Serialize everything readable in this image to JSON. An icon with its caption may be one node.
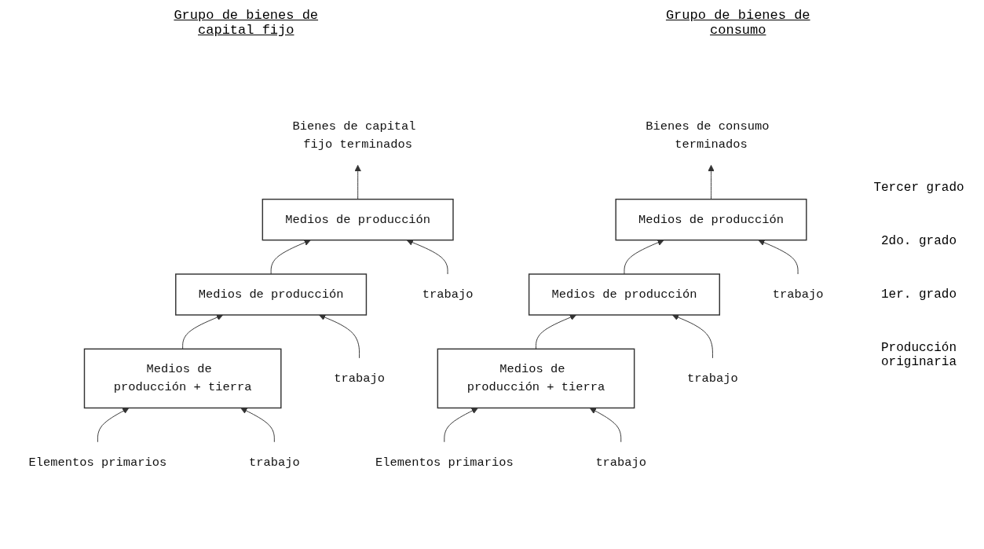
{
  "diagram": {
    "nodes": [
      {
        "text": [
          "Bienes de capital fijo terminados"
        ]
      },
      {
        "text": [
          "Medios de producción"
        ]
      },
      {
        "text": [
          "Medios de producción"
        ]
      },
      {
        "text": [
          "Medios de producción + tierra"
        ]
      },
      {
        "text": [
          "Elementos primarios"
        ]
      },
      {
        "text": [
          "trabajo"
        ]
      },
      {
        "text": [
          "trabajo"
        ]
      },
      {
        "text": [
          "trabajo"
        ]
      },
      {
        "text": [
          "Bienes de consumo terminados"
        ]
      },
      {
        "text": [
          "Medios de producción"
        ]
      },
      {
        "text": [
          "Medios de producción"
        ]
      },
      {
        "text": [
          "Medios de producción + tierra"
        ]
      },
      {
        "text": [
          "Elementos primarios"
        ]
      },
      {
        "text": [
          "trabajo"
        ]
      },
      {
        "text": [
          "trabajo"
        ]
      },
      {
        "text": [
          "trabajo"
        ]
      }
    ],
    "edges": [
      {
        "from": 4,
        "to": 3,
        "arrow": "to"
      },
      {
        "from": 3,
        "to": 2,
        "arrow": "to"
      },
      {
        "from": 2,
        "to": 1,
        "arrow": "to"
      },
      {
        "from": 1,
        "to": 0,
        "arrow": "to"
      },
      {
        "from": 5,
        "to": 1,
        "arrow": "to"
      },
      {
        "from": 6,
        "to": 2,
        "arrow": "to"
      },
      {
        "from": 7,
        "to": 3,
        "arrow": "to"
      },
      {
        "from": 12,
        "to": 11,
        "arrow": "to"
      },
      {
        "from": 11,
        "to": 10,
        "arrow": "to"
      },
      {
        "from": 10,
        "to": 9,
        "arrow": "to"
      },
      {
        "from": 9,
        "to": 8,
        "arrow": "to"
      },
      {
        "from": 13,
        "to": 9,
        "arrow": "to"
      },
      {
        "from": 14,
        "to": 10,
        "arrow": "to"
      },
      {
        "from": 15,
        "to": 11,
        "arrow": "to"
      }
    ],
    "labels": [
      "Grupo de bienes de capital fijo",
      "Grupo de bienes de consumo",
      "Tercer grado",
      "2do. grado",
      "1er. grado",
      "Producción originaria"
    ]
  }
}
